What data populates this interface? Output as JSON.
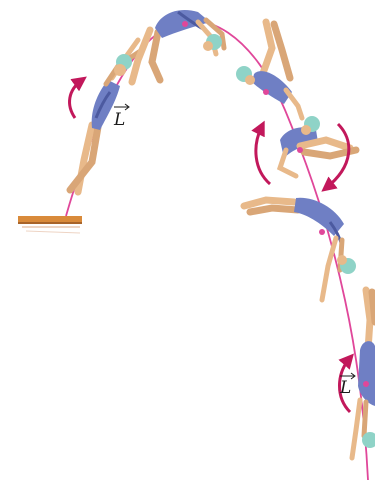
{
  "figure": {
    "labels": [
      {
        "id": "angular-momentum-label-1",
        "text": "L",
        "vector": true
      },
      {
        "id": "angular-momentum-label-2",
        "text": "L",
        "vector": true
      }
    ],
    "colors": {
      "trajectory": "#e0479a",
      "rotation_arrow": "#c2185b",
      "skin": "#e8b98a",
      "skin_shade": "#c98f5e",
      "suit": "#6f7fc4",
      "suit_dark": "#4c5aa0",
      "cap": "#8fd3c7",
      "board": "#d98a3a",
      "board_edge": "#a8642a",
      "hair": "#7a4a2a"
    },
    "icons": [
      "diving-board",
      "diver-figure",
      "rotation-arrow",
      "trajectory-curve",
      "center-of-mass-dot"
    ]
  }
}
